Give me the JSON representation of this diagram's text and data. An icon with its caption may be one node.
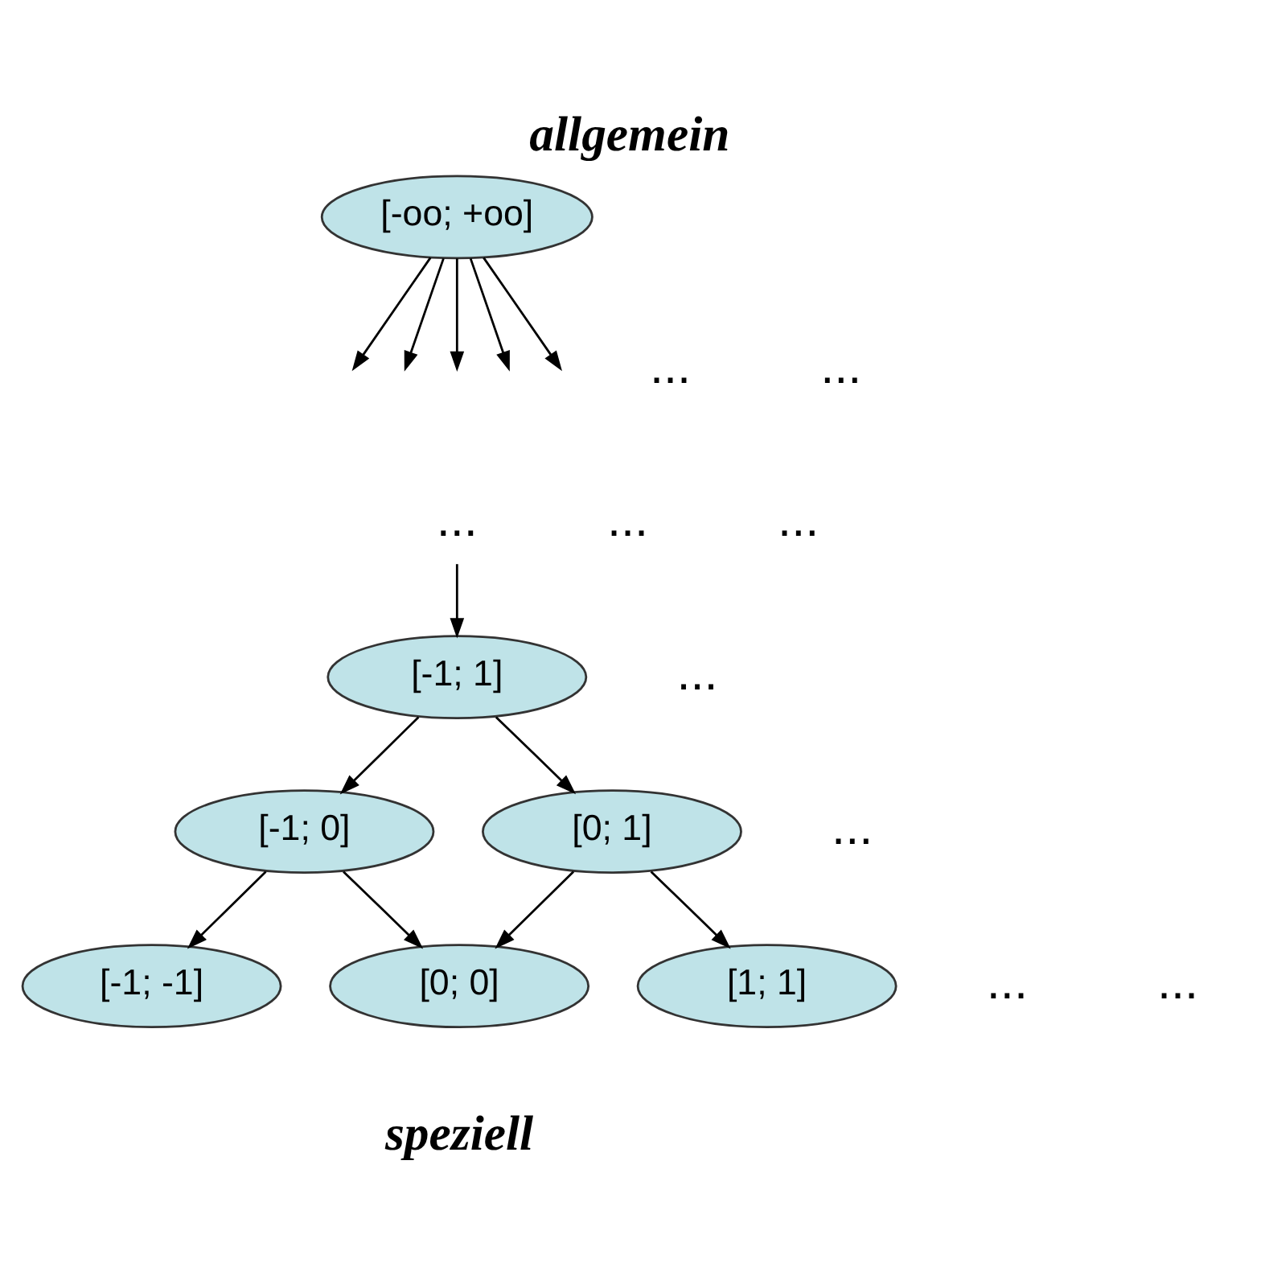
{
  "diagram": {
    "title": "allgemein",
    "caption": "speziell",
    "nodes": [
      {
        "text": [
          "[-oo; +oo]"
        ]
      },
      {
        "text": [
          "..."
        ]
      },
      {
        "text": [
          "[-1; 1]"
        ]
      },
      {
        "text": [
          "[-1; 0]"
        ]
      },
      {
        "text": [
          "[0; 1]"
        ]
      },
      {
        "text": [
          "[-1; -1]"
        ]
      },
      {
        "text": [
          "[0; 0]"
        ]
      },
      {
        "text": [
          "[1; 1]"
        ]
      }
    ],
    "edges": [
      {
        "from": 0,
        "to": null,
        "arrow": "to"
      },
      {
        "from": 0,
        "to": null,
        "arrow": "to"
      },
      {
        "from": 0,
        "to": null,
        "arrow": "to"
      },
      {
        "from": 0,
        "to": null,
        "arrow": "to"
      },
      {
        "from": 0,
        "to": null,
        "arrow": "to"
      },
      {
        "from": 1,
        "to": 2,
        "arrow": "to"
      },
      {
        "from": 2,
        "to": 3,
        "arrow": "to"
      },
      {
        "from": 2,
        "to": 4,
        "arrow": "to"
      },
      {
        "from": 3,
        "to": 5,
        "arrow": "to"
      },
      {
        "from": 3,
        "to": 6,
        "arrow": "to"
      },
      {
        "from": 4,
        "to": 6,
        "arrow": "to"
      },
      {
        "from": 4,
        "to": 7,
        "arrow": "to"
      }
    ],
    "labels": [
      "...",
      "...",
      "...",
      "...",
      "...",
      "...",
      "...",
      "..."
    ]
  }
}
